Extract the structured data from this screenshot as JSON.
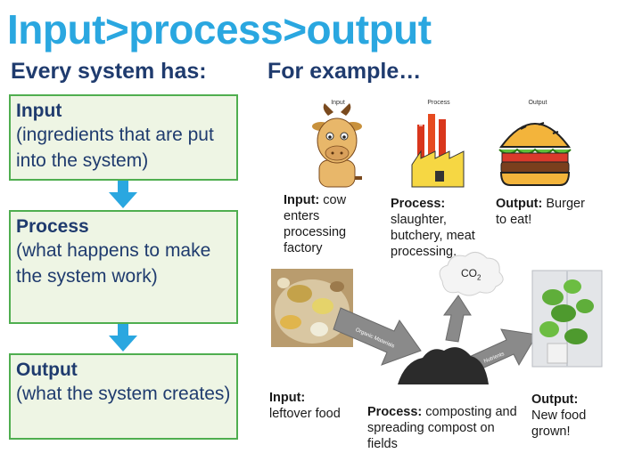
{
  "title": "Input>process>output",
  "left_heading": "Every system has:",
  "right_heading": "For example…",
  "boxes": {
    "input": {
      "title": "Input",
      "desc": "(ingredients that are put into the system)"
    },
    "process": {
      "title": "Process",
      "desc": "(what happens to make the system work)"
    },
    "output": {
      "title": "Output",
      "desc": "(what the system creates)"
    }
  },
  "example_top": {
    "mini_labels": {
      "input": "Input",
      "process": "Process",
      "output": "Output"
    },
    "input": {
      "label": "Input:",
      "text": "cow enters processing factory"
    },
    "process": {
      "label": "Process:",
      "text": "slaughter, butchery, meat processing."
    },
    "output": {
      "label": "Output:",
      "text": "Burger to eat!"
    }
  },
  "example_bottom": {
    "arrow_labels": {
      "left": "Organic Materials",
      "right": "Nutrients"
    },
    "co2": {
      "main": "CO",
      "sub": "2"
    },
    "input": {
      "label": "Input:",
      "text": "leftover food"
    },
    "process": {
      "label": "Process:",
      "text": "composting and spreading compost on fields"
    },
    "output": {
      "label": "Output:",
      "text": "New food grown!"
    }
  },
  "colors": {
    "title": "#2aa7e0",
    "heading": "#1f3b6e",
    "box_border": "#4fae4f",
    "box_fill": "#eef5e4",
    "flow_arrow": "#2aa7e0"
  }
}
